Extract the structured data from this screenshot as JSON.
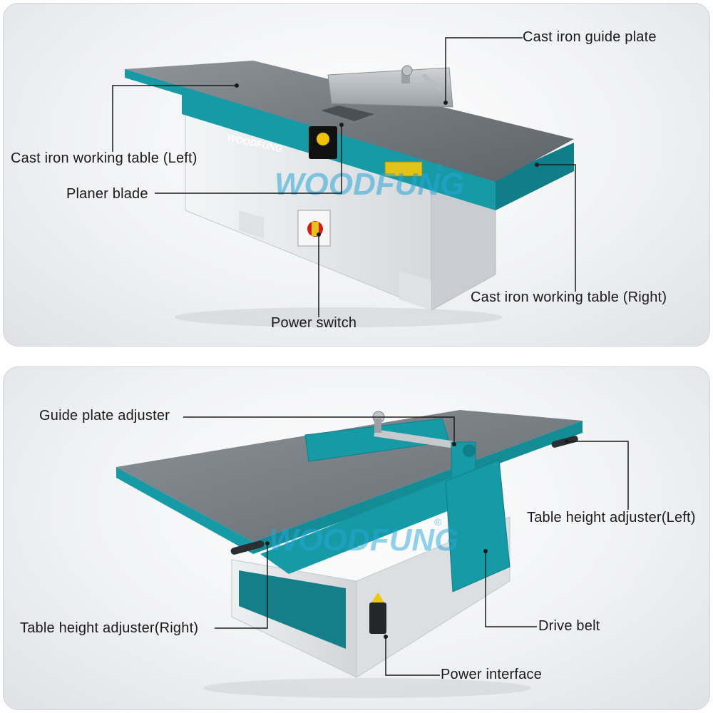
{
  "brand": {
    "logo_text": "WOODFUNG",
    "logo_small": "WOODFUNG",
    "registered_mark": "®",
    "accent_color": "#169aa5",
    "table_color": "#6f777d"
  },
  "top_panel": {
    "callouts": {
      "guide_plate": "Cast iron guide plate",
      "table_left": "Cast iron working table (Left)",
      "planer_blade": "Planer blade",
      "table_right": "Cast iron working table (Right)",
      "power_switch": "Power switch"
    }
  },
  "bottom_panel": {
    "callouts": {
      "guide_adjuster": "Guide plate adjuster",
      "height_left": "Table height adjuster(Left)",
      "height_right": "Table height adjuster(Right)",
      "drive_belt": "Drive belt",
      "power_interface": "Power interface"
    }
  }
}
